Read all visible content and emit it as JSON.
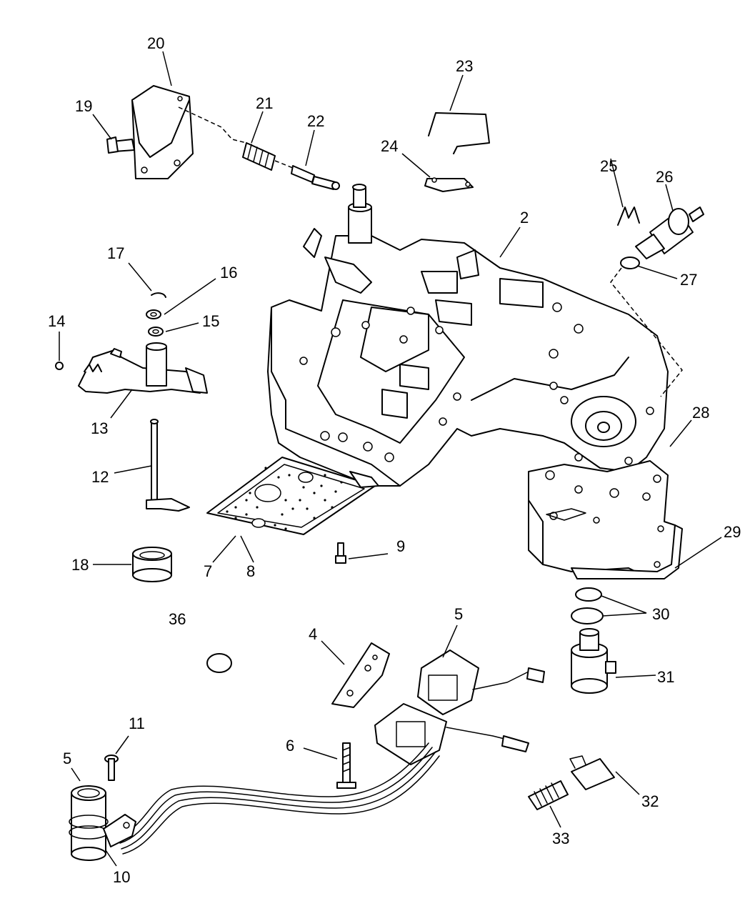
{
  "diagram": {
    "callouts": [
      "2",
      "4",
      "5",
      "5",
      "6",
      "7",
      "8",
      "9",
      "10",
      "11",
      "12",
      "13",
      "14",
      "15",
      "16",
      "17",
      "18",
      "19",
      "20",
      "21",
      "22",
      "23",
      "24",
      "25",
      "26",
      "27",
      "28",
      "29",
      "30",
      "31",
      "32",
      "33",
      "36"
    ]
  }
}
